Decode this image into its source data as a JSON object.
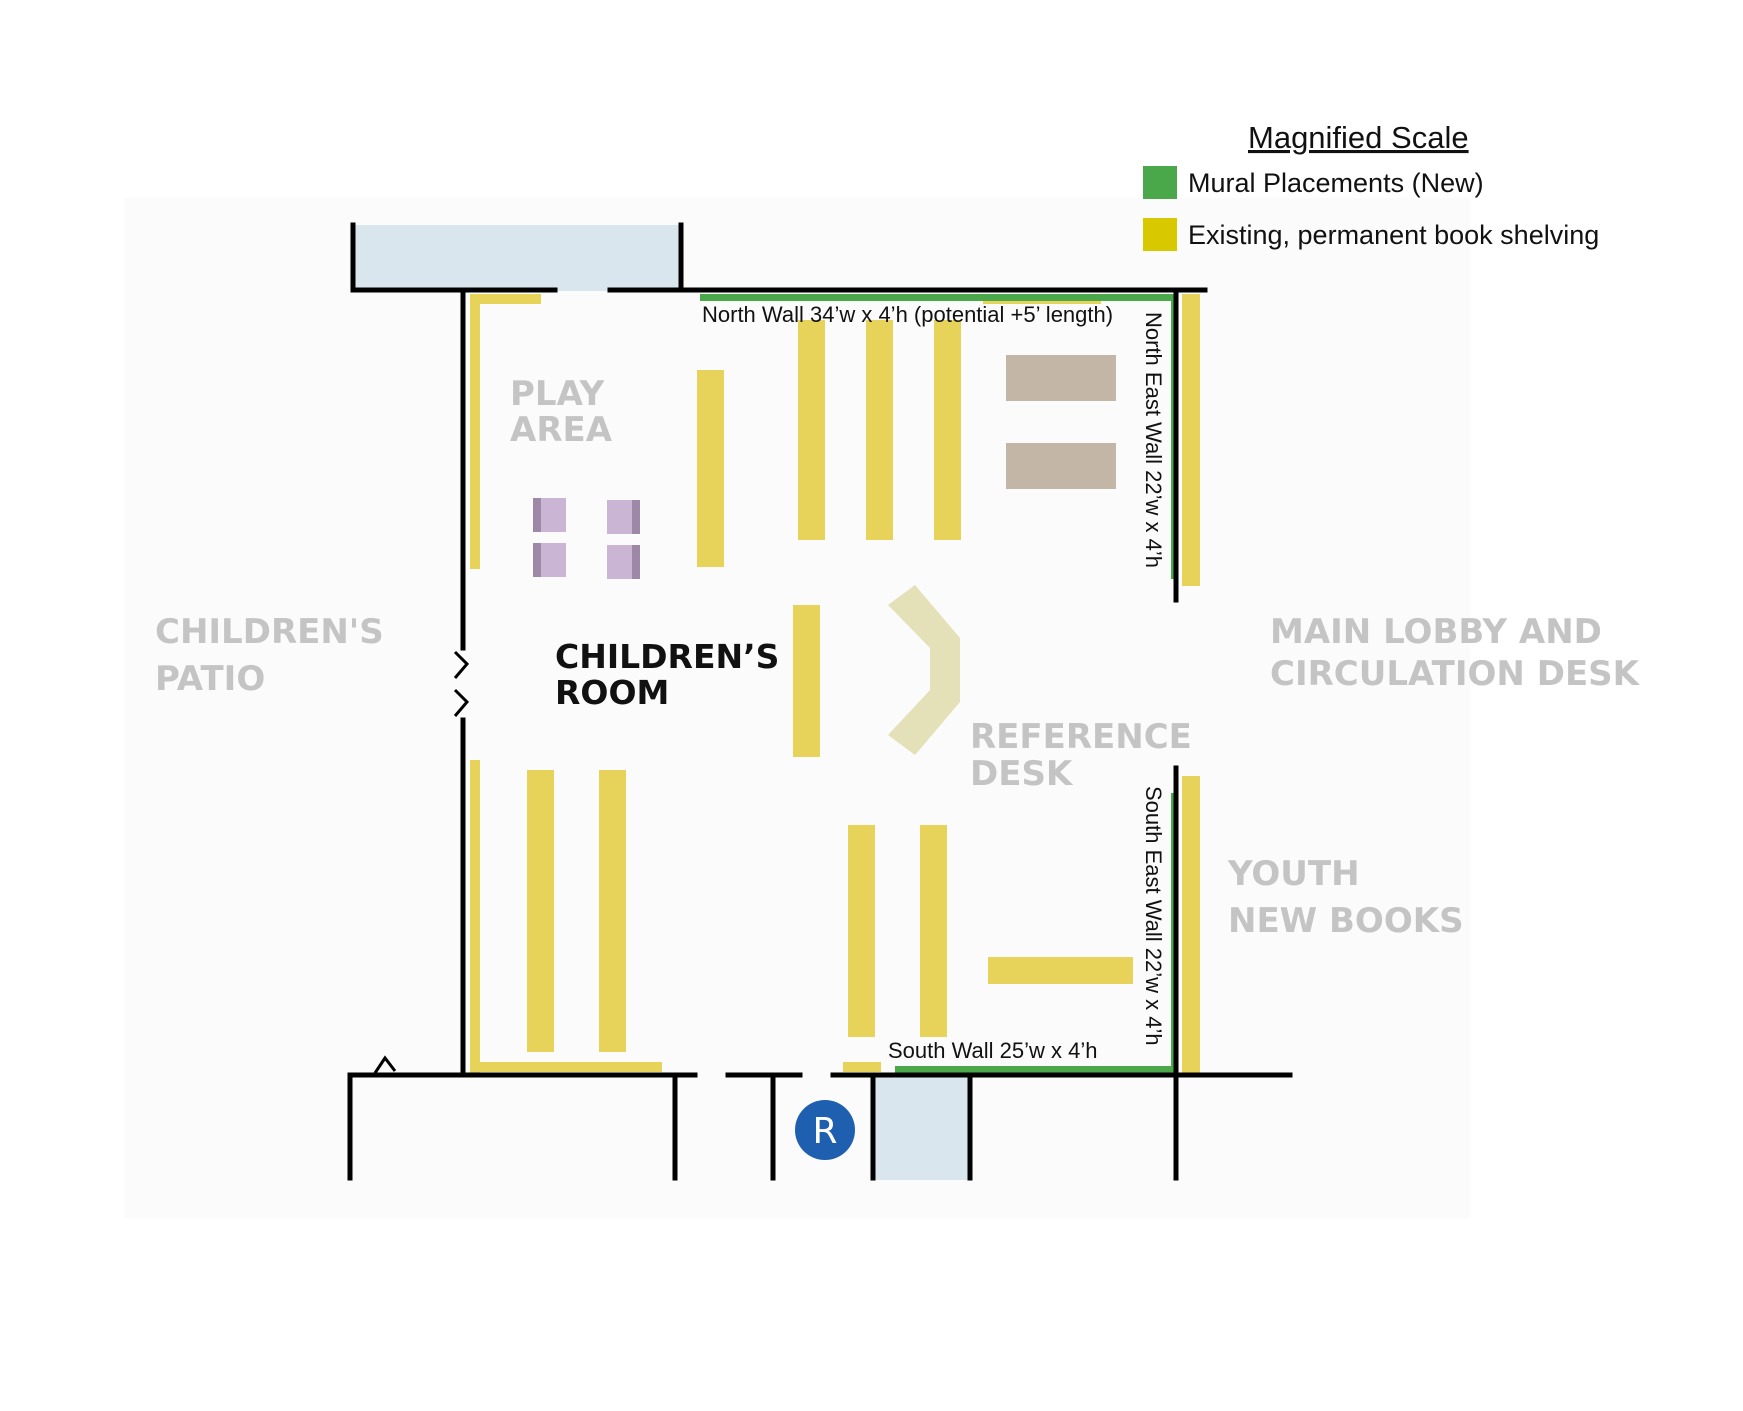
{
  "legend": {
    "title": "Magnified Scale",
    "items": [
      {
        "label": "Mural Placements (New)",
        "color": "#4aa84a"
      },
      {
        "label": "Existing, permanent book shelving",
        "color": "#d8c800"
      }
    ]
  },
  "rooms": {
    "play_area_line1": "PLAY",
    "play_area_line2": "AREA",
    "childrens_patio_line1": "CHILDREN'S",
    "childrens_patio_line2": "PATIO",
    "childrens_room_line1": "CHILDREN’S",
    "childrens_room_line2": "ROOM",
    "reference_desk_line1": "REFERENCE",
    "reference_desk_line2": "DESK",
    "main_lobby_line1": "MAIN LOBBY AND",
    "main_lobby_line2": "CIRCULATION DESK",
    "youth_line1": "YOUTH",
    "youth_line2": "NEW BOOKS"
  },
  "walls": {
    "north": "North Wall 34’w x 4’h (potential +5’ length)",
    "north_east": "North East Wall 22’w x 4’h",
    "south_east": "South East Wall 22’w x 4’h",
    "south": "South Wall 25’w x 4’h"
  },
  "restroom_marker": "R",
  "colors": {
    "shelving": "#e8d35a",
    "mural": "#4aa84a",
    "wall": "#000000",
    "window": "#dae6ee",
    "table": "#c4b6a6",
    "chair": "#cbb5d4",
    "reference_desk": "#e4e0b8",
    "floor": "#fbfbfb",
    "room_label": "#c4c4c4",
    "restroom_marker": "#1f5fb0"
  }
}
